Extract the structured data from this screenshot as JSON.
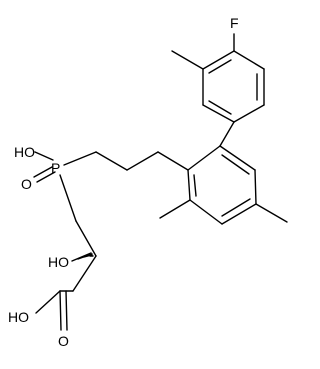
{
  "colors": {
    "bond": "#000000",
    "label": "#000000",
    "background": "#ffffff"
  },
  "atoms": {
    "fluorine": "F",
    "phosphorus": "P",
    "phosphinic_hydroxyl": "HO",
    "phosphinyl_oxygen": "O",
    "alcohol_hydroxyl": "HO",
    "acid_hydroxyl": "HO",
    "carbonyl_oxygen": "O"
  }
}
